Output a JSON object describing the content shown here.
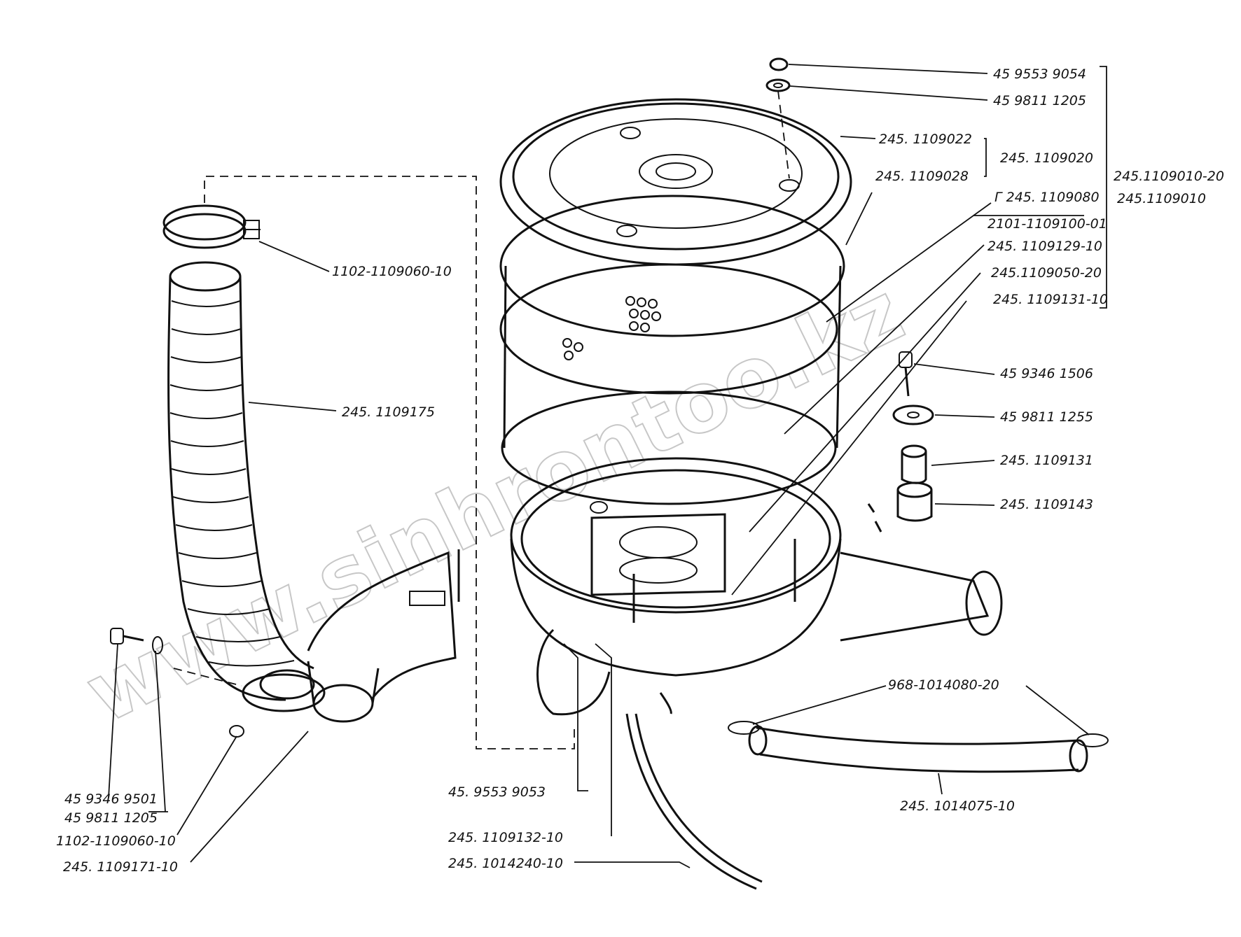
{
  "watermark": "www.sinhrontoo.kz",
  "labels": {
    "nut_top": "45 9553 9054",
    "washer_top": "45 9811 1205",
    "cover": "245. 1109022",
    "cover_assembly": "245. 1109020",
    "filter_element": "245. 1109028",
    "air_filter_assembly": "245.1109010-20",
    "air_filter_assembly_alt": "245.1109010",
    "gasket": "Г 245. 1109080",
    "gasket_alt": "2101-1109100-01",
    "stud": "245. 1109129-10",
    "housing": "245.1109050-20",
    "bracket": "245. 1109131-10",
    "bolt": "45 9346 1506",
    "washer_bracket": "45 9811 1255",
    "bushing": "245. 1109131",
    "cushion": "245. 1109143",
    "clamp_top": "1102-1109060-10",
    "hose_intake": "245. 1109175",
    "hose_clamp": "968-1014080-20",
    "hose": "245. 1014075-10",
    "bolt_left": "45 9346 9501",
    "washer_left": "45 9811 1205",
    "clamp_bottom": "1102-1109060-10",
    "elbow": "245. 1109171-10",
    "nut_bottom": "45. 9553 9053",
    "stud_bottom": "245. 1109132-10",
    "tube": "245. 1014240-10"
  }
}
